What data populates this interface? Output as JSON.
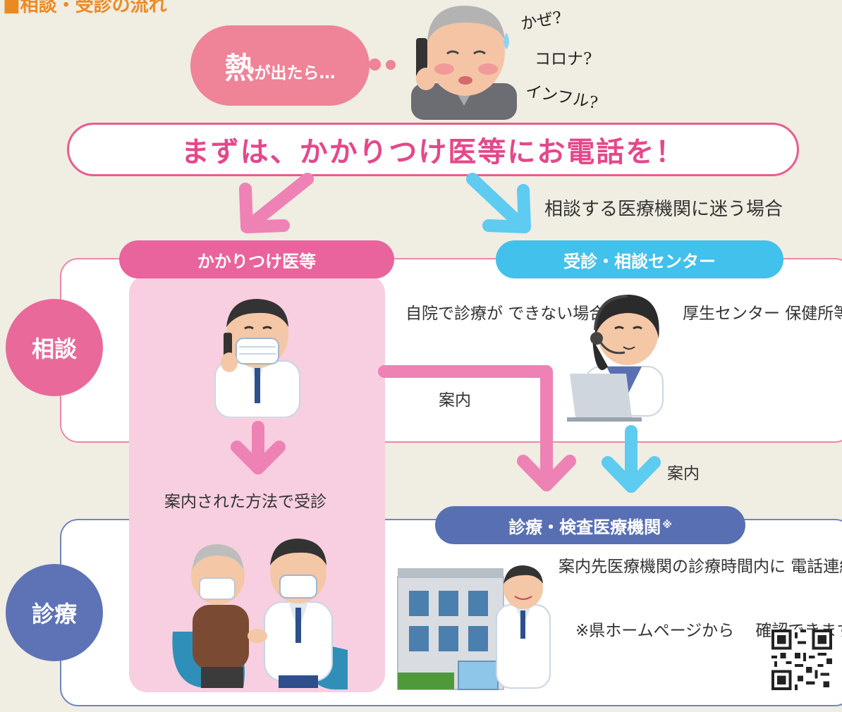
{
  "title": "■相談・受診の流れ",
  "fever": {
    "emphasis": "熱",
    "text": "が出たら…"
  },
  "worries": [
    "かぜ?",
    "コロナ?",
    "インフル?"
  ],
  "call_banner": "まずは、かかりつけ医等にお電話を！",
  "unsure_text": "相談する医療機関に迷う場合",
  "columns": {
    "family_doctor": "かかりつけ医等",
    "consult_center": "受診・相談センター",
    "test_institution": "診療・検査医療機関",
    "test_institution_note_mark": "※"
  },
  "badges": {
    "consult": "相談",
    "treatment": "診療"
  },
  "notes": {
    "cannot_treat": "自院で診療が\nできない場合",
    "guide_left": "案内",
    "guide_right": "案内",
    "center_examples": "厚生センター\n保健所等",
    "visit_by_method": "案内された方法で受診",
    "institution_instruction": "案内先医療機関の診療時間内に\n電話連絡の上、案内された方法で受診",
    "website_note": "※県ホームページから\n　確認できます"
  },
  "colors": {
    "orange_title": "#ec8a22",
    "pink_bubble": "#ef8397",
    "magenta_text": "#e4488a",
    "pink_pill": "#e9639c",
    "pink_column": "#f8cfe0",
    "pink_arrow": "#ee82b5",
    "blue_pill": "#41c1eb",
    "blue_arrow": "#5ecbf0",
    "navy_pill": "#5870b3",
    "background": "#f0ede2"
  }
}
